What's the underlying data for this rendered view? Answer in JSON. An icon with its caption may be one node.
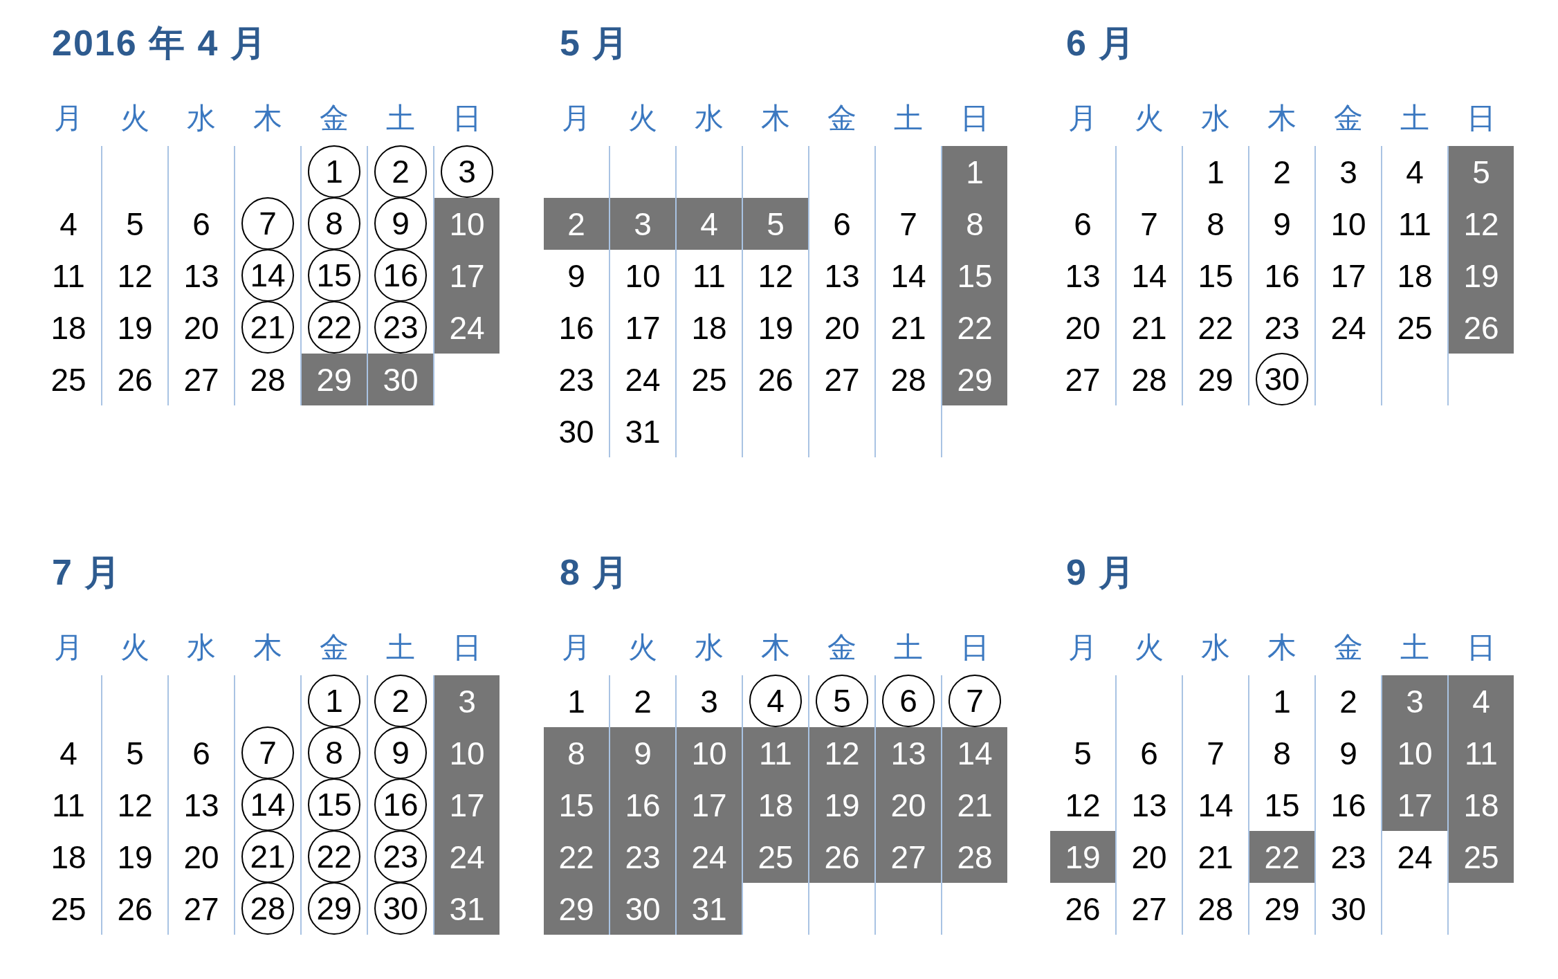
{
  "diagram": {
    "nodes": [
      {
        "text": [
          "1"
        ]
      },
      {
        "text": [
          "2"
        ]
      },
      {
        "text": [
          "3"
        ]
      },
      {
        "text": [
          "7"
        ]
      },
      {
        "text": [
          "8"
        ]
      },
      {
        "text": [
          "9"
        ]
      },
      {
        "text": [
          "10"
        ]
      },
      {
        "text": [
          "14"
        ]
      },
      {
        "text": [
          "15"
        ]
      },
      {
        "text": [
          "16"
        ]
      },
      {
        "text": [
          "17"
        ]
      },
      {
        "text": [
          "21"
        ]
      },
      {
        "text": [
          "22"
        ]
      },
      {
        "text": [
          "23"
        ]
      },
      {
        "text": [
          "24"
        ]
      },
      {
        "text": [
          "29"
        ]
      },
      {
        "text": [
          "30"
        ]
      },
      {
        "text": [
          "1"
        ]
      },
      {
        "text": [
          "2"
        ]
      },
      {
        "text": [
          "3"
        ]
      },
      {
        "text": [
          "4"
        ]
      },
      {
        "text": [
          "5"
        ]
      },
      {
        "text": [
          "8"
        ]
      },
      {
        "text": [
          "15"
        ]
      },
      {
        "text": [
          "22"
        ]
      },
      {
        "text": [
          "29"
        ]
      },
      {
        "text": [
          "5"
        ]
      },
      {
        "text": [
          "12"
        ]
      },
      {
        "text": [
          "19"
        ]
      },
      {
        "text": [
          "26"
        ]
      },
      {
        "text": [
          "30"
        ]
      },
      {
        "text": [
          "1"
        ]
      },
      {
        "text": [
          "2"
        ]
      },
      {
        "text": [
          "3"
        ]
      },
      {
        "text": [
          "7"
        ]
      },
      {
        "text": [
          "8"
        ]
      },
      {
        "text": [
          "9"
        ]
      },
      {
        "text": [
          "10"
        ]
      },
      {
        "text": [
          "14"
        ]
      },
      {
        "text": [
          "15"
        ]
      },
      {
        "text": [
          "16"
        ]
      },
      {
        "text": [
          "17"
        ]
      },
      {
        "text": [
          "21"
        ]
      },
      {
        "text": [
          "22"
        ]
      },
      {
        "text": [
          "23"
        ]
      },
      {
        "text": [
          "24"
        ]
      },
      {
        "text": [
          "28"
        ]
      },
      {
        "text": [
          "29"
        ]
      },
      {
        "text": [
          "30"
        ]
      },
      {
        "text": [
          "31"
        ]
      },
      {
        "text": [
          "4"
        ]
      },
      {
        "text": [
          "5"
        ]
      },
      {
        "text": [
          "6"
        ]
      },
      {
        "text": [
          "7"
        ]
      },
      {
        "text": [
          "8"
        ]
      },
      {
        "text": [
          "9"
        ]
      },
      {
        "text": [
          "10"
        ]
      },
      {
        "text": [
          "11"
        ]
      },
      {
        "text": [
          "12"
        ]
      },
      {
        "text": [
          "13"
        ]
      },
      {
        "text": [
          "14"
        ]
      },
      {
        "text": [
          "15"
        ]
      },
      {
        "text": [
          "16"
        ]
      },
      {
        "text": [
          "17"
        ]
      },
      {
        "text": [
          "18"
        ]
      },
      {
        "text": [
          "19"
        ]
      },
      {
        "text": [
          "20"
        ]
      },
      {
        "text": [
          "21"
        ]
      },
      {
        "text": [
          "22"
        ]
      },
      {
        "text": [
          "23"
        ]
      },
      {
        "text": [
          "24"
        ]
      },
      {
        "text": [
          "25"
        ]
      },
      {
        "text": [
          "26"
        ]
      },
      {
        "text": [
          "27"
        ]
      },
      {
        "text": [
          "28"
        ]
      },
      {
        "text": [
          "29"
        ]
      },
      {
        "text": [
          "30"
        ]
      },
      {
        "text": [
          "31"
        ]
      },
      {
        "text": [
          "3"
        ]
      },
      {
        "text": [
          "4"
        ]
      },
      {
        "text": [
          "10"
        ]
      },
      {
        "text": [
          "11"
        ]
      },
      {
        "text": [
          "17"
        ]
      },
      {
        "text": [
          "18"
        ]
      },
      {
        "text": [
          "19"
        ]
      },
      {
        "text": [
          "22"
        ]
      },
      {
        "text": [
          "25"
        ]
      }
    ],
    "labels": [
      "2016 年 4 月",
      "月",
      "火",
      "水",
      "木",
      "金",
      "土",
      "日",
      "4",
      "5",
      "6",
      "11",
      "12",
      "13",
      "18",
      "19",
      "20",
      "25",
      "26",
      "27",
      "28",
      "5 月",
      "月",
      "火",
      "水",
      "木",
      "金",
      "土",
      "日",
      "6",
      "7",
      "9",
      "10",
      "11",
      "12",
      "13",
      "14",
      "16",
      "17",
      "18",
      "19",
      "20",
      "21",
      "23",
      "24",
      "25",
      "26",
      "27",
      "28",
      "30",
      "31",
      "6 月",
      "月",
      "火",
      "水",
      "木",
      "金",
      "土",
      "日",
      "1",
      "2",
      "3",
      "4",
      "6",
      "7",
      "8",
      "9",
      "10",
      "11",
      "13",
      "14",
      "15",
      "16",
      "17",
      "18",
      "20",
      "21",
      "22",
      "23",
      "24",
      "25",
      "27",
      "28",
      "29",
      "7 月",
      "月",
      "火",
      "水",
      "木",
      "金",
      "土",
      "日",
      "4",
      "5",
      "6",
      "11",
      "12",
      "13",
      "18",
      "19",
      "20",
      "25",
      "26",
      "27",
      "8 月",
      "月",
      "火",
      "水",
      "木",
      "金",
      "土",
      "日",
      "1",
      "2",
      "3",
      "9 月",
      "月",
      "火",
      "水",
      "木",
      "金",
      "土",
      "日",
      "1",
      "2",
      "5",
      "6",
      "7",
      "8",
      "9",
      "12",
      "13",
      "14",
      "15",
      "16",
      "20",
      "21",
      "23",
      "24",
      "26",
      "27",
      "28",
      "29",
      "30"
    ]
  }
}
